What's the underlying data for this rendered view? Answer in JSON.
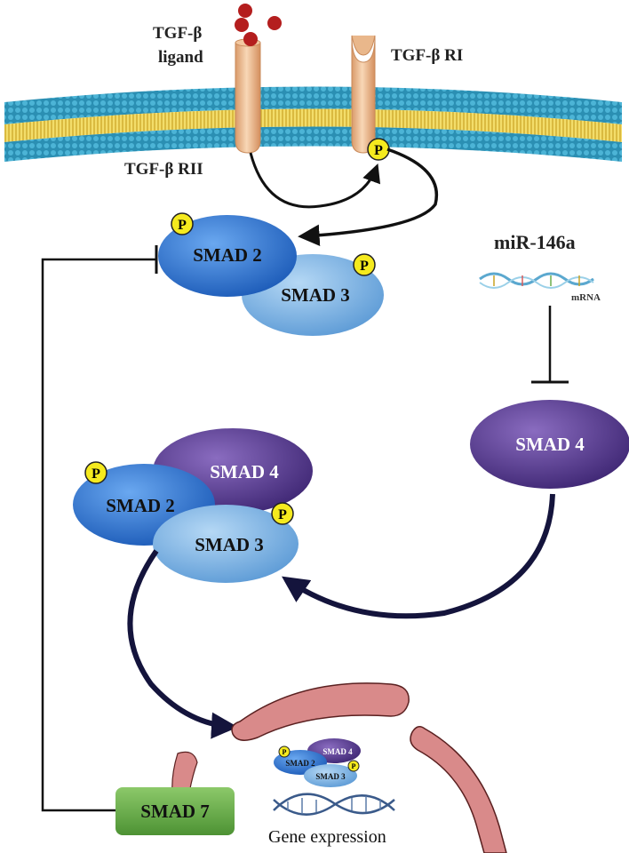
{
  "labels": {
    "ligand": [
      "TGF-β",
      "ligand"
    ],
    "receptor_1": "TGF-β RI",
    "receptor_2": "TGF-β RII",
    "phospho": "P",
    "mirna": "miR-146a",
    "mrna": "mRNA",
    "smad2": "SMAD 2",
    "smad3": "SMAD 3",
    "smad4": "SMAD 4",
    "smad7": "SMAD 7",
    "gene_expression": "Gene expression"
  },
  "colors": {
    "membrane_head": "#2a93b8",
    "membrane_tail": "#e6c23a",
    "receptor": "#f1c39a",
    "smad2": "#2f74d0",
    "smad3": "#7fb6e6",
    "smad4": "#5a3d93",
    "smad7": "#6aae4a",
    "phospho": "#f5ea1e",
    "ligand": "#b41e1e",
    "nucleus": "#d98a8a",
    "arrow_dark": "#14143c"
  }
}
